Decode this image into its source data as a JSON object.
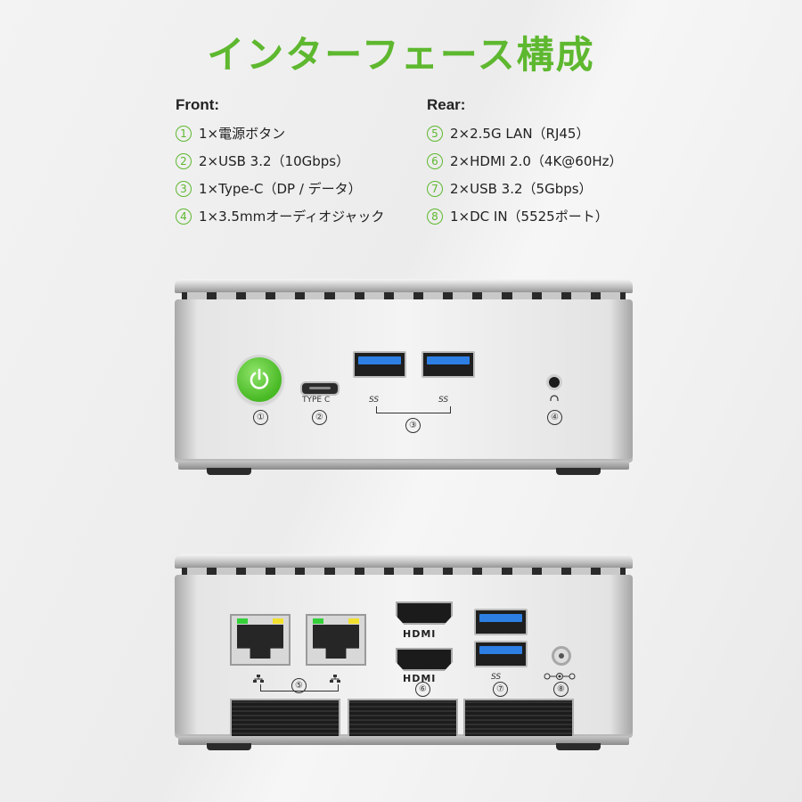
{
  "title": "インターフェース構成",
  "front": {
    "heading": "Front:",
    "items": [
      {
        "num": "1",
        "text": "1×電源ボタン"
      },
      {
        "num": "2",
        "text": "2×USB 3.2（10Gbps）"
      },
      {
        "num": "3",
        "text": "1×Type-C（DP / データ）"
      },
      {
        "num": "4",
        "text": "1×3.5mmオーディオジャック"
      }
    ]
  },
  "rear": {
    "heading": "Rear:",
    "items": [
      {
        "num": "5",
        "text": "2×2.5G LAN（RJ45）"
      },
      {
        "num": "6",
        "text": "2×HDMI 2.0（4K@60Hz）"
      },
      {
        "num": "7",
        "text": "2×USB 3.2（5Gbps）"
      },
      {
        "num": "8",
        "text": "1×DC IN（5525ポート）"
      }
    ]
  },
  "front_panel": {
    "typec_label": "TYPE C",
    "ss_label": "SS",
    "markers": [
      "①",
      "②",
      "③",
      "④"
    ]
  },
  "rear_panel": {
    "hdmi_label": "HDMI",
    "ss_label": "SS",
    "markers": [
      "⑤",
      "⑥",
      "⑦",
      "⑧"
    ]
  },
  "colors": {
    "accent": "#5eb82f",
    "power": "#47b923",
    "usb": "#2d7fe3"
  },
  "icons": [
    "power-icon",
    "usb-icon",
    "headphone-icon",
    "network-icon",
    "dc-icon"
  ]
}
